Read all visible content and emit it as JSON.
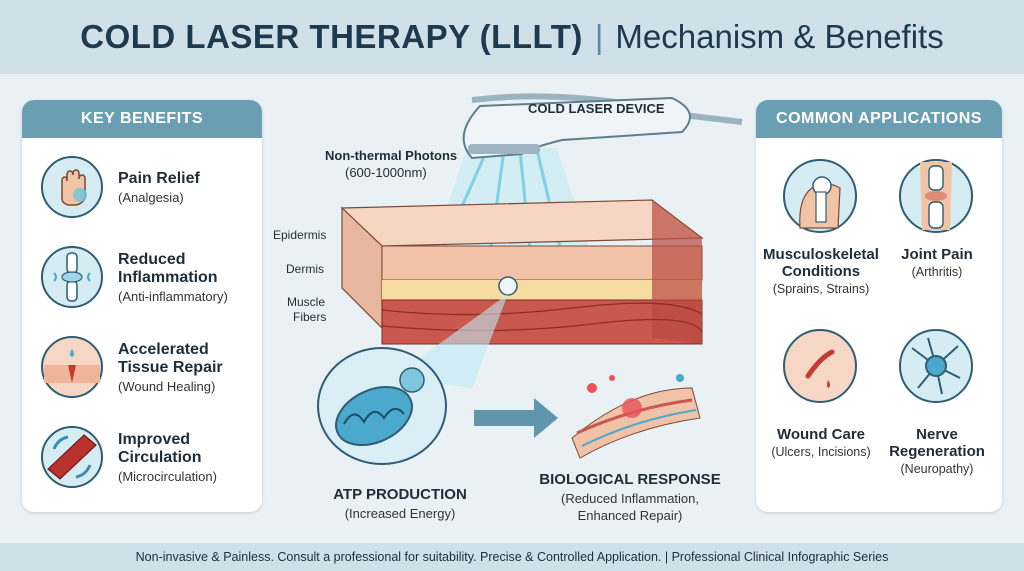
{
  "header": {
    "title": "COLD LASER THERAPY (LLLT)",
    "separator": "|",
    "subtitle": "Mechanism & Benefits"
  },
  "left_panel": {
    "heading": "KEY BENEFITS",
    "items": [
      {
        "title1": "Pain Relief",
        "title2": "",
        "subtitle": "(Analgesia)",
        "icon": "hand-pain-icon"
      },
      {
        "title1": "Reduced",
        "title2": "Inflammation",
        "subtitle": "(Anti-inflammatory)",
        "icon": "knee-joint-icon"
      },
      {
        "title1": "Accelerated",
        "title2": "Tissue Repair",
        "subtitle": "(Wound Healing)",
        "icon": "tissue-repair-icon"
      },
      {
        "title1": "Improved",
        "title2": "Circulation",
        "subtitle": "(Microcirculation)",
        "icon": "blood-vessel-icon"
      }
    ]
  },
  "right_panel": {
    "heading": "COMMON APPLICATIONS",
    "items": [
      {
        "title1": "Musculoskeletal",
        "title2": "Conditions",
        "subtitle": "(Sprains, Strains)",
        "icon": "shoulder-icon"
      },
      {
        "title1": "Joint Pain",
        "title2": "",
        "subtitle": "(Arthritis)",
        "icon": "knee-icon"
      },
      {
        "title1": "Wound Care",
        "title2": "",
        "subtitle": "(Ulcers, Incisions)",
        "icon": "wound-icon"
      },
      {
        "title1": "Nerve",
        "title2": "Regeneration",
        "subtitle": "(Neuropathy)",
        "icon": "neuron-icon"
      }
    ]
  },
  "diagram": {
    "device_label": "COLD LASER DEVICE",
    "photons_label": "Non-thermal Photons",
    "photons_range": "(600-1000nm)",
    "layers": [
      "Epidermis",
      "Dermis",
      "Muscle",
      "Fibers"
    ],
    "atp_title": "ATP PRODUCTION",
    "atp_sub": "(Increased Energy)",
    "bio_title": "BIOLOGICAL RESPONSE",
    "bio_sub1": "(Reduced Inflammation,",
    "bio_sub2": "Enhanced Repair)"
  },
  "footer": {
    "text": "Non-invasive & Painless. Consult a professional for suitability. Precise & Controlled Application. | Professional Clinical Infographic Series"
  },
  "colors": {
    "accent": "#6a9fb3",
    "header_bg": "#cfe0e8",
    "skin": "#f3c9b4",
    "muscle": "#c9584e",
    "laser": "#9fe3f0"
  }
}
